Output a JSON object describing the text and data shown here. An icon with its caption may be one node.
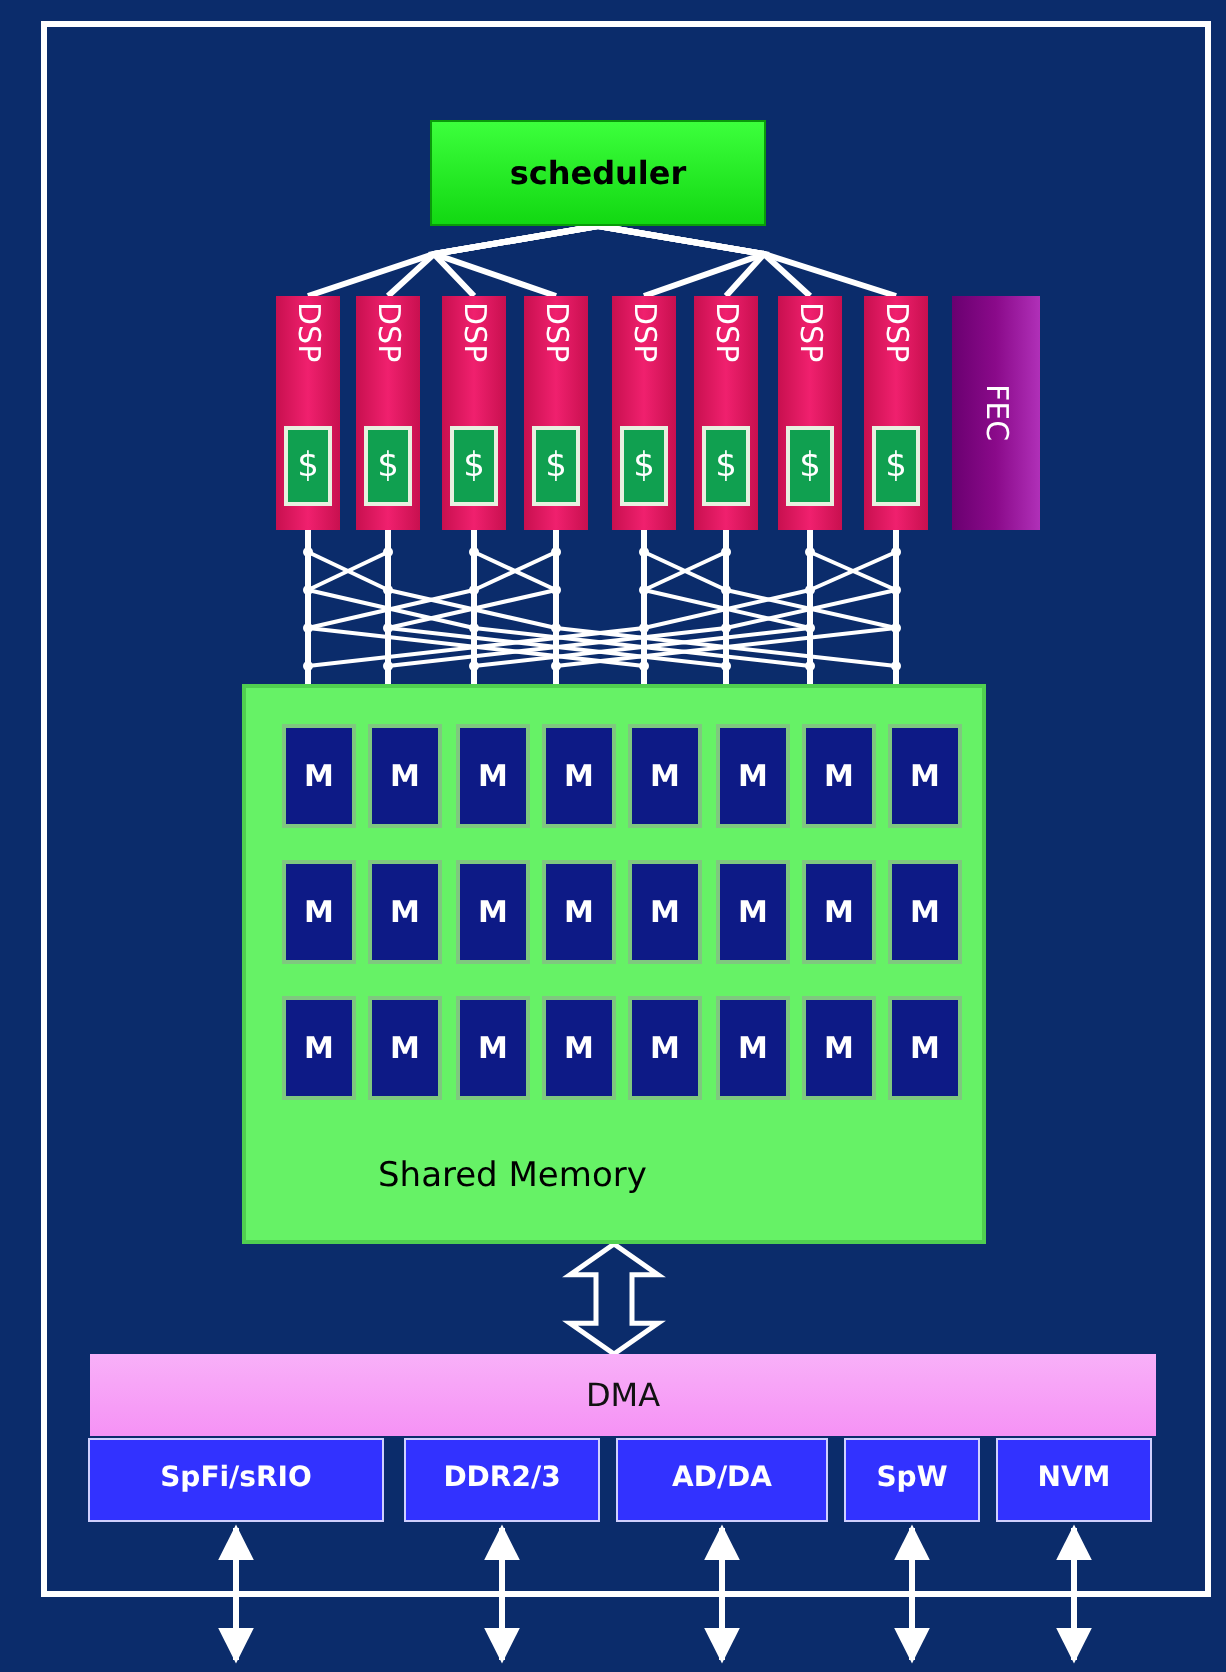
{
  "diagram": {
    "nodes": [
      {
        "text": [
          "scheduler"
        ]
      },
      {
        "text": [
          "DSP"
        ]
      },
      {
        "text": [
          "$"
        ],
        "in": 1
      },
      {
        "text": [
          "DSP"
        ]
      },
      {
        "text": [
          "$"
        ],
        "in": 3
      },
      {
        "text": [
          "DSP"
        ]
      },
      {
        "text": [
          "$"
        ],
        "in": 5
      },
      {
        "text": [
          "DSP"
        ]
      },
      {
        "text": [
          "$"
        ],
        "in": 7
      },
      {
        "text": [
          "DSP"
        ]
      },
      {
        "text": [
          "$"
        ],
        "in": 9
      },
      {
        "text": [
          "DSP"
        ]
      },
      {
        "text": [
          "$"
        ],
        "in": 11
      },
      {
        "text": [
          "DSP"
        ]
      },
      {
        "text": [
          "$"
        ],
        "in": 13
      },
      {
        "text": [
          "DSP"
        ]
      },
      {
        "text": [
          "$"
        ],
        "in": 15
      },
      {
        "text": [
          "FEC"
        ]
      },
      {
        "text": [
          "Shared Memory"
        ]
      },
      {
        "text": [
          "M"
        ],
        "in": 18
      },
      {
        "text": [
          "M"
        ],
        "in": 18
      },
      {
        "text": [
          "M"
        ],
        "in": 18
      },
      {
        "text": [
          "M"
        ],
        "in": 18
      },
      {
        "text": [
          "M"
        ],
        "in": 18
      },
      {
        "text": [
          "M"
        ],
        "in": 18
      },
      {
        "text": [
          "M"
        ],
        "in": 18
      },
      {
        "text": [
          "M"
        ],
        "in": 18
      },
      {
        "text": [
          "M"
        ],
        "in": 18
      },
      {
        "text": [
          "M"
        ],
        "in": 18
      },
      {
        "text": [
          "M"
        ],
        "in": 18
      },
      {
        "text": [
          "M"
        ],
        "in": 18
      },
      {
        "text": [
          "M"
        ],
        "in": 18
      },
      {
        "text": [
          "M"
        ],
        "in": 18
      },
      {
        "text": [
          "M"
        ],
        "in": 18
      },
      {
        "text": [
          "M"
        ],
        "in": 18
      },
      {
        "text": [
          "M"
        ],
        "in": 18
      },
      {
        "text": [
          "M"
        ],
        "in": 18
      },
      {
        "text": [
          "M"
        ],
        "in": 18
      },
      {
        "text": [
          "M"
        ],
        "in": 18
      },
      {
        "text": [
          "M"
        ],
        "in": 18
      },
      {
        "text": [
          "M"
        ],
        "in": 18
      },
      {
        "text": [
          "M"
        ],
        "in": 18
      },
      {
        "text": [
          "M"
        ],
        "in": 18
      },
      {
        "text": [
          "DMA"
        ]
      },
      {
        "text": [
          "SpFi/sRIO"
        ]
      },
      {
        "text": [
          "DDR2/3"
        ]
      },
      {
        "text": [
          "AD/DA"
        ]
      },
      {
        "text": [
          "SpW"
        ]
      },
      {
        "text": [
          "NVM"
        ]
      }
    ],
    "edges": [
      {
        "from": 0,
        "to": 1,
        "arrow": "none"
      },
      {
        "from": 0,
        "to": 3,
        "arrow": "none"
      },
      {
        "from": 0,
        "to": 5,
        "arrow": "none"
      },
      {
        "from": 0,
        "to": 7,
        "arrow": "none"
      },
      {
        "from": 0,
        "to": 9,
        "arrow": "none"
      },
      {
        "from": 0,
        "to": 11,
        "arrow": "none"
      },
      {
        "from": 0,
        "to": 13,
        "arrow": "none"
      },
      {
        "from": 0,
        "to": 15,
        "arrow": "none"
      },
      {
        "from": 1,
        "to": 18,
        "arrow": "none"
      },
      {
        "from": 3,
        "to": 18,
        "arrow": "none"
      },
      {
        "from": 5,
        "to": 18,
        "arrow": "none"
      },
      {
        "from": 7,
        "to": 18,
        "arrow": "none"
      },
      {
        "from": 9,
        "to": 18,
        "arrow": "none"
      },
      {
        "from": 11,
        "to": 18,
        "arrow": "none"
      },
      {
        "from": 13,
        "to": 18,
        "arrow": "none"
      },
      {
        "from": 15,
        "to": 18,
        "arrow": "none"
      },
      {
        "from": 18,
        "to": 43,
        "arrow": "both"
      },
      {
        "from": 44,
        "to": null,
        "arrow": "both"
      },
      {
        "from": 45,
        "to": null,
        "arrow": "both"
      },
      {
        "from": 46,
        "to": null,
        "arrow": "both"
      },
      {
        "from": 47,
        "to": null,
        "arrow": "both"
      },
      {
        "from": 48,
        "to": null,
        "arrow": "both"
      }
    ]
  }
}
